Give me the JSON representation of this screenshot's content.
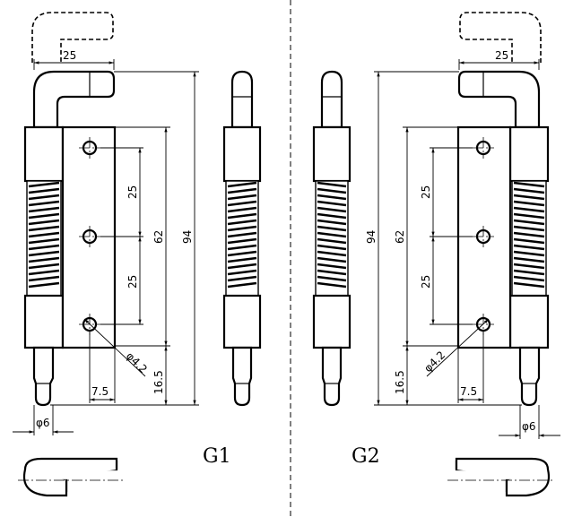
{
  "dimensions": {
    "width_top": "25",
    "hole_spacing_1": "25",
    "hole_spacing_2": "25",
    "plate_height": "62",
    "total_height": "94",
    "pin_length": "16.5",
    "hole_offset": "7.5",
    "hole_diameter": "φ4.2",
    "pin_diameter": "φ6"
  },
  "views": {
    "left_label": "G1",
    "right_label": "G2"
  }
}
